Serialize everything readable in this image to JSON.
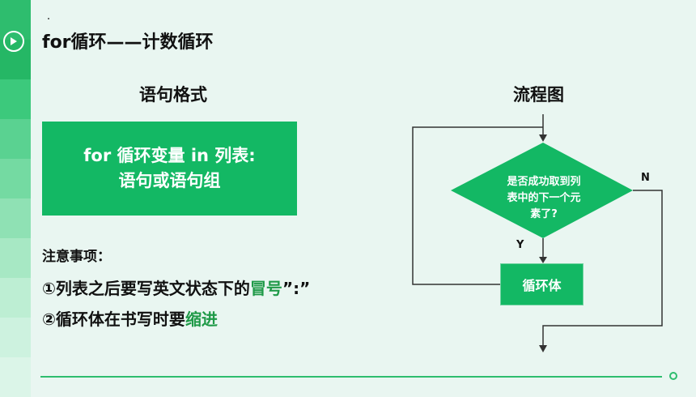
{
  "slide": {
    "title": "for循环——计数循环",
    "syntax_heading": "语句格式",
    "flow_heading": "流程图",
    "syntax_box": {
      "line1": "for 循环变量 in 列表:",
      "line2": "语句或语句组"
    },
    "notes": {
      "heading": "注意事项：",
      "note1_prefix": "①列表之后要写英文状态下的",
      "note1_highlight": "冒号",
      "note1_suffix": "”:”",
      "note2_prefix": "②循环体在书写时要",
      "note2_highlight": "缩进"
    },
    "flowchart": {
      "condition_line1": "是否成功取到列",
      "condition_line2": "表中的下一个元",
      "condition_line3": "素了?",
      "no_label": "N",
      "yes_label": "Y",
      "body_label": "循环体"
    }
  },
  "colors": {
    "accent_green": "#13b864",
    "highlight_green": "#1f9a48",
    "background": "#e9f6f1"
  },
  "icons": {
    "nav": "play-circle-icon"
  }
}
